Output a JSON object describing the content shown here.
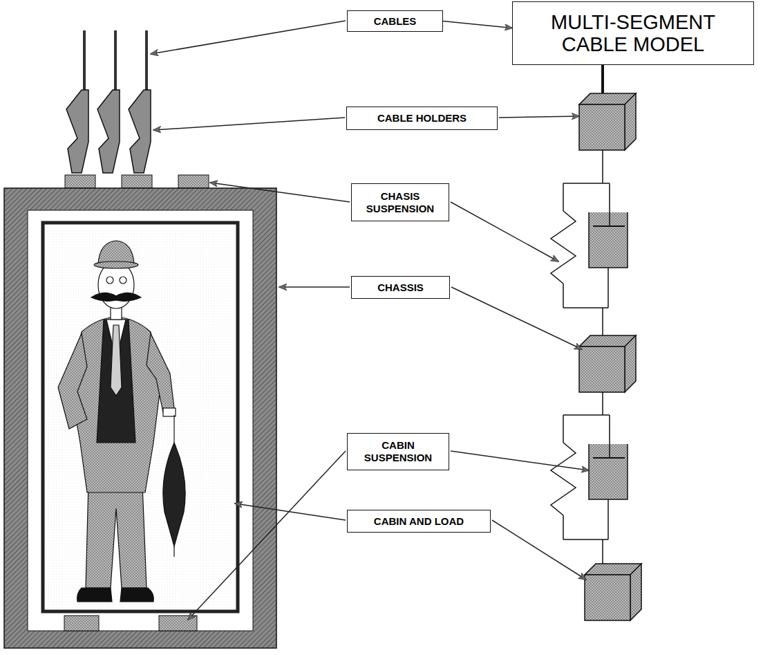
{
  "diagram": {
    "nodes": [
      {
        "text": [
          "CABLES"
        ]
      },
      {
        "text": [
          "MULTI-SEGMENT CABLE MODEL"
        ]
      },
      {
        "text": [
          "CABLE HOLDERS"
        ]
      },
      {
        "text": [
          "CHASIS SUSPENSION"
        ]
      },
      {
        "text": [
          "CHASSIS"
        ]
      },
      {
        "text": [
          "CABIN SUSPENSION"
        ]
      },
      {
        "text": [
          "CABIN AND LOAD"
        ]
      }
    ],
    "edges": [
      {
        "from": 0,
        "to": 1,
        "arrow": "to"
      }
    ]
  }
}
